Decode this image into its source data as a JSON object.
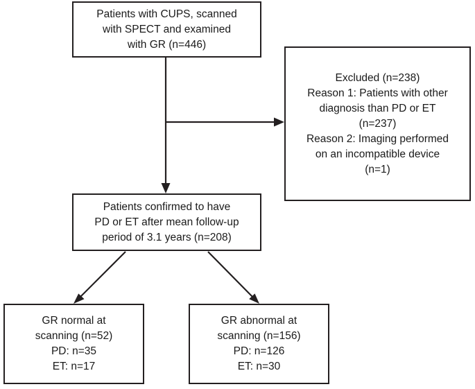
{
  "figure": {
    "type": "flowchart",
    "orientation": "top-to-bottom",
    "stroke_color": "#231f20",
    "text_color": "#1a1a1a",
    "background_color": "#ffffff"
  },
  "nodes": {
    "enrolled": {
      "id": "enrolled",
      "text": "Patients with CUPS, scanned\nwith SPECT and examined\nwith GR (n=446)",
      "count": 446
    },
    "excluded": {
      "id": "excluded",
      "heading": "Excluded (n=238)",
      "count": 238,
      "reason1": "Reason 1: Patients with other\ndiagnosis than PD or ET\n(n=237)",
      "reason1_count": 237,
      "reason2": "Reason 2: Imaging performed\non an incompatible device\n(n=1)",
      "reason2_count": 1
    },
    "confirmed": {
      "id": "confirmed",
      "text": "Patients confirmed to have\nPD or ET after mean follow-up\nperiod of 3.1 years (n=208)",
      "count": 208,
      "follow_up_years": 3.1
    },
    "gr_normal": {
      "id": "gr_normal",
      "heading": "GR normal at\nscanning (n=52)",
      "count": 52,
      "pd": "PD: n=35",
      "pd_count": 35,
      "et": "ET: n=17",
      "et_count": 17
    },
    "gr_abnormal": {
      "id": "gr_abnormal",
      "heading": "GR abnormal at\nscanning (n=156)",
      "count": 156,
      "pd": "PD: n=126",
      "pd_count": 126,
      "et": "ET: n=30",
      "et_count": 30
    }
  },
  "edges": [
    {
      "from": "enrolled",
      "to": "excluded",
      "style": "elbow-right-arrow"
    },
    {
      "from": "enrolled",
      "to": "confirmed",
      "style": "straight-down-arrow"
    },
    {
      "from": "confirmed",
      "to": "gr_normal",
      "style": "diagonal-left-arrow"
    },
    {
      "from": "confirmed",
      "to": "gr_abnormal",
      "style": "diagonal-right-arrow"
    }
  ]
}
